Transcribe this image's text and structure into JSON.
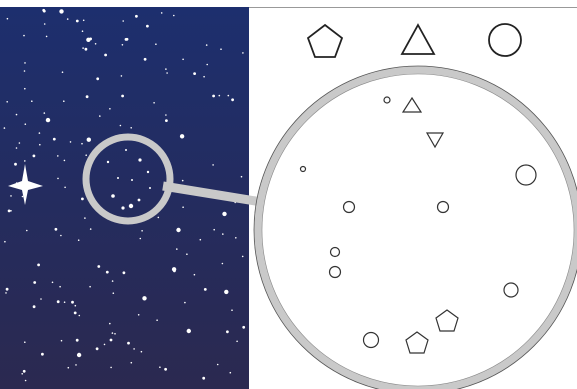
{
  "legend": {
    "items": [
      {
        "shape": "pentagon",
        "icon": "pentagon-icon"
      },
      {
        "shape": "triangle",
        "icon": "triangle-icon"
      },
      {
        "shape": "circle",
        "icon": "circle-icon"
      }
    ]
  },
  "sky": {
    "gradient_top": "#1d2f6e",
    "gradient_bottom": "#2b2950",
    "star_color": "#ffffff"
  },
  "magnifier": {
    "ring_color": "#c9c9c9",
    "outline_color": "#555555"
  }
}
